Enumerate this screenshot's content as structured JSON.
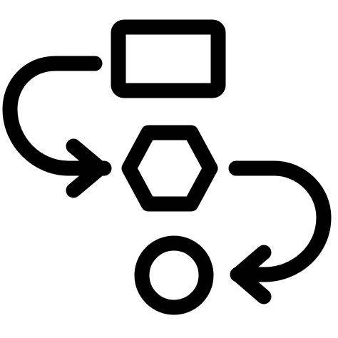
{
  "icon": {
    "name": "workflow-process-icon",
    "stroke_color": "#000000",
    "background_color": "#ffffff",
    "shapes": [
      "rectangle",
      "hexagon",
      "circle"
    ],
    "connectors": [
      "curved-arrow-left-to-hexagon",
      "curved-arrow-right-to-circle"
    ]
  }
}
